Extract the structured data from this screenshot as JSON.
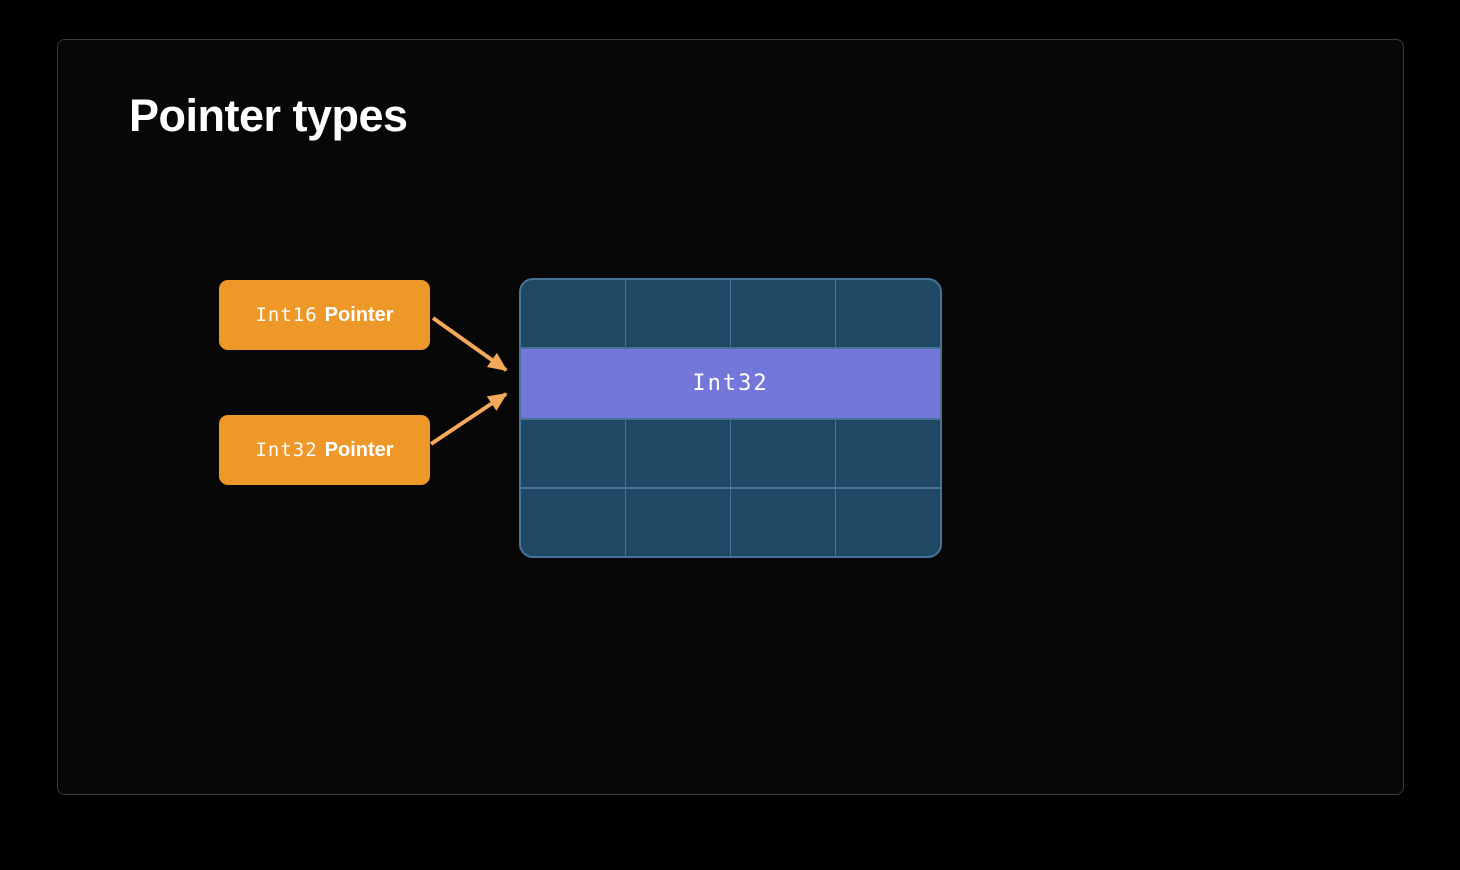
{
  "slide": {
    "title": "Pointer types"
  },
  "pointer_boxes": [
    {
      "type": "Int16",
      "label": "Pointer"
    },
    {
      "type": "Int32",
      "label": "Pointer"
    }
  ],
  "memory_grid": {
    "rows": 4,
    "columns": 4,
    "highlight_row_index": 1,
    "highlight_label": "Int32"
  },
  "colors": {
    "background": "#000000",
    "slide_background": "#070707",
    "slide_border": "#3a3a3c",
    "pointer_box": "#ef982a",
    "arrow": "#f3a959",
    "cell": "#1e4864",
    "cell_line": "#477399",
    "highlight": "#7377d9",
    "text": "#ffffff"
  }
}
